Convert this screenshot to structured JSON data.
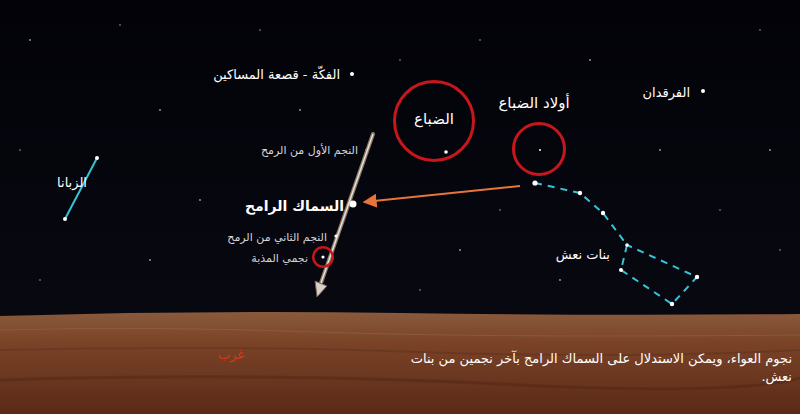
{
  "diagram": {
    "caption": "نجوم العواء، ويمكن الاستدلال على السماك الرامح بآخر نجمين من بنات نعش.",
    "nodes": [
      {
        "text": [
          "الضباع"
        ]
      },
      {
        "text": [
          "أولاد الضباع"
        ]
      },
      {
        "text": [
          "نجمي المذبة"
        ]
      }
    ],
    "labels": [
      "الفكّة - قصعة المساكين",
      "الفرقدان",
      "النجم الأول من الرمح",
      "السماك الرامح",
      "النجم الثاني من الرمح",
      "الزبانا",
      "بنات نعش",
      "غرب"
    ]
  }
}
